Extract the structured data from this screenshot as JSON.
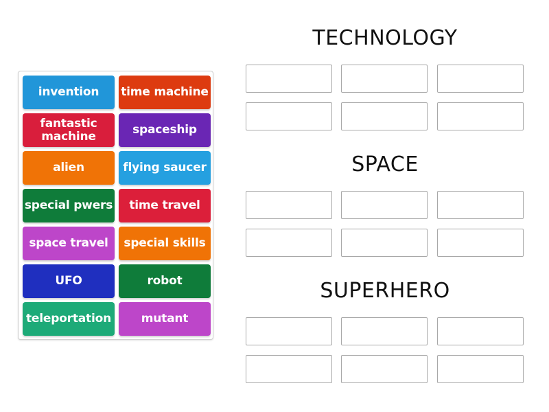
{
  "tiles": [
    {
      "label": "invention",
      "color": "#2196d9"
    },
    {
      "label": "time machine",
      "color": "#dd3b10"
    },
    {
      "label": "fantastic machine",
      "color": "#d91e3c"
    },
    {
      "label": "spaceship",
      "color": "#6a26b4"
    },
    {
      "label": "alien",
      "color": "#f07306"
    },
    {
      "label": "flying saucer",
      "color": "#25a0e0"
    },
    {
      "label": "special pwers",
      "color": "#0f7c3a"
    },
    {
      "label": "time travel",
      "color": "#dc1f3a"
    },
    {
      "label": "space travel",
      "color": "#bd46c9"
    },
    {
      "label": "special skills",
      "color": "#f07306"
    },
    {
      "label": "UFO",
      "color": "#1f2fbf"
    },
    {
      "label": "robot",
      "color": "#0f7c3a"
    },
    {
      "label": "teleportation",
      "color": "#1daa78"
    },
    {
      "label": "mutant",
      "color": "#bd46c9"
    }
  ],
  "groups": [
    {
      "title": "TECHNOLOGY",
      "slots": 6
    },
    {
      "title": "SPACE",
      "slots": 6
    },
    {
      "title": "SUPERHERO",
      "slots": 6
    }
  ]
}
